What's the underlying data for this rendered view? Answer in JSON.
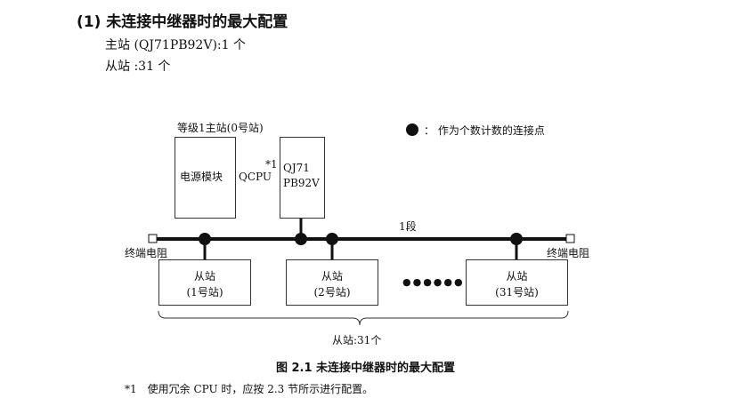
{
  "heading": "(1) 未连接中继器时的最大配置",
  "master_line": "主站 (QJ71PB92V):1 个",
  "slave_line": "从站 :31 个",
  "diagram": {
    "master_station_label": "等级1主站(0号站)",
    "legend_text": "： 作为个数计数的连接点",
    "power_module": "电源模块",
    "qcpu": "QCPU",
    "qcpu_note": "*1",
    "qj71_line1": "QJ71",
    "qj71_line2": "PB92V",
    "segment": "1段",
    "terminator_left": "终端电阻",
    "terminator_right": "终端电阻",
    "slave1_line1": "从站",
    "slave1_line2": "(1号站)",
    "slave2_line1": "从站",
    "slave2_line2": "(2号站)",
    "slave31_line1": "从站",
    "slave31_line2": "(31号站)",
    "ellipsis": "●●●●●●",
    "slaves_total": "从站:31个"
  },
  "caption": "图 2.1 未连接中继器时的最大配置",
  "footnote": "*1　使用冗余 CPU 时，应按 2.3 节所示进行配置。"
}
